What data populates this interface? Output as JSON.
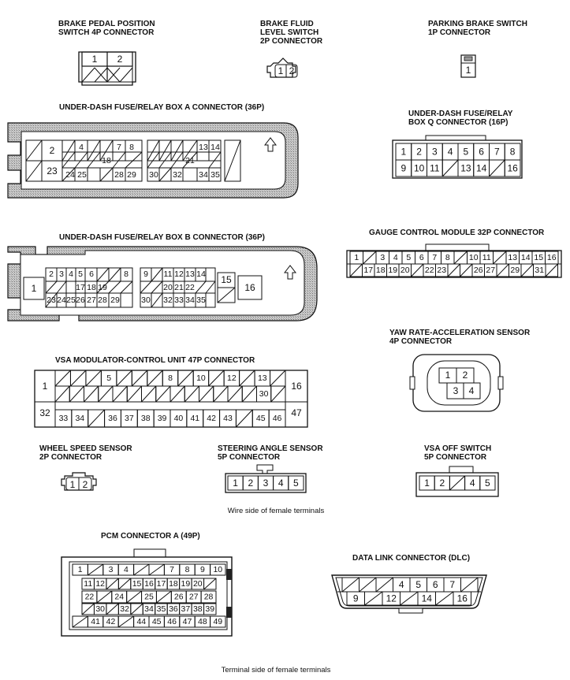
{
  "notes": {
    "wire_side": "Wire side of female terminals",
    "terminal_side": "Terminal side of female terminals"
  },
  "connectors": {
    "brake_pedal": {
      "title1": "BRAKE PEDAL POSITION",
      "title2": "SWITCH 4P CONNECTOR",
      "pins": [
        "1",
        "2"
      ]
    },
    "brake_fluid": {
      "title1": "BRAKE FLUID",
      "title2": "LEVEL SWITCH",
      "title3": "2P CONNECTOR",
      "pins": [
        "1",
        "2"
      ]
    },
    "parking_brake": {
      "title1": "PARKING BRAKE SWITCH",
      "title2": "1P CONNECTOR",
      "pins": [
        "1"
      ]
    },
    "fuse_a": {
      "title": "UNDER-DASH FUSE/RELAY BOX A CONNECTOR (36P)",
      "pins": [
        "2",
        "23",
        "4",
        "7",
        "8",
        "18",
        "24",
        "25",
        "28",
        "29",
        "13",
        "14",
        "21",
        "30",
        "32",
        "34",
        "35"
      ]
    },
    "fuse_q": {
      "title1": "UNDER-DASH FUSE/RELAY",
      "title2": "BOX Q CONNECTOR (16P)",
      "row1": [
        "1",
        "2",
        "3",
        "4",
        "5",
        "6",
        "7",
        "8"
      ],
      "row2": [
        "9",
        "10",
        "11",
        "",
        "13",
        "14",
        "",
        "16"
      ]
    },
    "fuse_b": {
      "title": "UNDER-DASH FUSE/RELAY BOX B CONNECTOR (36P)",
      "pins": [
        "1",
        "2",
        "3",
        "4",
        "5",
        "6",
        "8",
        "17",
        "18",
        "19",
        "23",
        "24",
        "25",
        "26",
        "27",
        "28",
        "29",
        "9",
        "11",
        "12",
        "13",
        "14",
        "20",
        "21",
        "22",
        "30",
        "32",
        "33",
        "34",
        "35",
        "15",
        "16"
      ]
    },
    "gauge": {
      "title": "GAUGE CONTROL MODULE 32P CONNECTOR",
      "row1": [
        "1",
        "",
        "3",
        "4",
        "5",
        "6",
        "7",
        "8",
        "",
        "10",
        "11",
        "",
        "13",
        "14",
        "15",
        "16"
      ],
      "row2": [
        "",
        "17",
        "18",
        "19",
        "20",
        "",
        "22",
        "23",
        "",
        "",
        "26",
        "27",
        "",
        "29",
        "",
        "31",
        ""
      ]
    },
    "yaw": {
      "title1": "YAW RATE-ACCELERATION SENSOR",
      "title2": "4P CONNECTOR",
      "pins": [
        "1",
        "2",
        "3",
        "4"
      ]
    },
    "vsa": {
      "title": "VSA MODULATOR-CONTROL UNIT 47P CONNECTOR",
      "side": [
        "1",
        "16",
        "32",
        "47"
      ],
      "row1": [
        "",
        "",
        "",
        "5",
        "",
        "",
        "",
        "8",
        "",
        "10",
        "",
        "12",
        "",
        "13",
        ""
      ],
      "row2": [
        "",
        "",
        "",
        "",
        "",
        "",
        "",
        "",
        "",
        "",
        "",
        "",
        "",
        "",
        "30",
        ""
      ],
      "row3": [
        "33",
        "34",
        "",
        "36",
        "37",
        "38",
        "39",
        "40",
        "41",
        "42",
        "43",
        "",
        "45",
        "46"
      ]
    },
    "wheel": {
      "title1": "WHEEL SPEED SENSOR",
      "title2": "2P CONNECTOR",
      "pins": [
        "1",
        "2"
      ]
    },
    "steering": {
      "title1": "STEERING ANGLE SENSOR",
      "title2": "5P CONNECTOR",
      "pins": [
        "1",
        "2",
        "3",
        "4",
        "5"
      ]
    },
    "vsa_off": {
      "title1": "VSA OFF SWITCH",
      "title2": "5P CONNECTOR",
      "pins": [
        "1",
        "2",
        "",
        "4",
        "5"
      ]
    },
    "pcm": {
      "title": "PCM CONNECTOR A (49P)",
      "row1": [
        "1",
        "",
        "3",
        "4",
        "",
        "",
        "7",
        "8",
        "9",
        "10"
      ],
      "row2": [
        "11",
        "12",
        "",
        "",
        "15",
        "16",
        "17",
        "18",
        "19",
        "20",
        ""
      ],
      "row3": [
        "22",
        "",
        "24",
        "",
        "25",
        "",
        "26",
        "27",
        "28"
      ],
      "row4": [
        "",
        "30",
        "",
        "32",
        "",
        "34",
        "35",
        "36",
        "37",
        "38",
        "39"
      ],
      "row5": [
        "",
        "41",
        "42",
        "",
        "44",
        "45",
        "46",
        "47",
        "48",
        "49"
      ]
    },
    "dlc": {
      "title": "DATA LINK CONNECTOR (DLC)",
      "row1": [
        "",
        "",
        "",
        "4",
        "5",
        "6",
        "7",
        ""
      ],
      "row2": [
        "9",
        "",
        "12",
        "",
        "14",
        "",
        "16"
      ]
    }
  }
}
